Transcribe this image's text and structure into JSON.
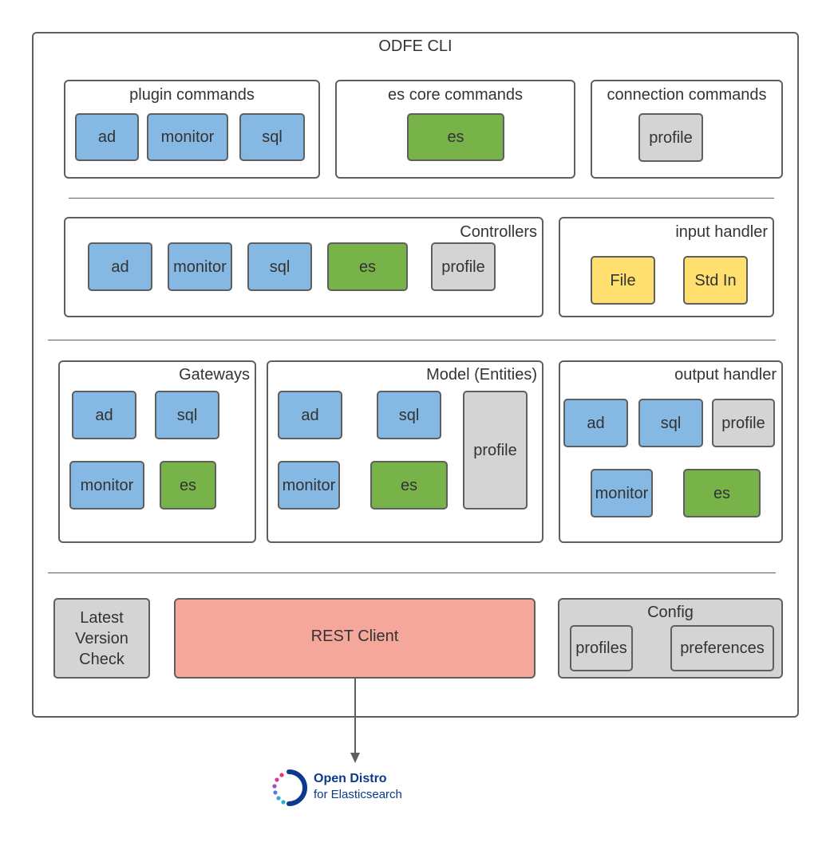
{
  "diagram": {
    "title": "ODFE CLI",
    "commands": {
      "plugin": {
        "title": "plugin commands",
        "items": [
          "ad",
          "monitor",
          "sql"
        ]
      },
      "core": {
        "title": "es core commands",
        "items": [
          "es"
        ]
      },
      "connection": {
        "title": "connection commands",
        "items": [
          "profile"
        ]
      }
    },
    "controllers": {
      "title": "Controllers",
      "items": [
        "ad",
        "monitor",
        "sql",
        "es",
        "profile"
      ]
    },
    "input_handler": {
      "title": "input handler",
      "items": [
        "File",
        "Std In"
      ]
    },
    "gateways": {
      "title": "Gateways",
      "items": [
        "ad",
        "sql",
        "monitor",
        "es"
      ]
    },
    "model": {
      "title": "Model (Entities)",
      "items": [
        "ad",
        "sql",
        "monitor",
        "es",
        "profile"
      ]
    },
    "output_handler": {
      "title": "output handler",
      "items": [
        "ad",
        "sql",
        "profile",
        "monitor",
        "es"
      ]
    },
    "latest_version_check": "Latest Version Check",
    "rest_client": "REST Client",
    "config": {
      "title": "Config",
      "items": [
        "profiles",
        "preferences"
      ]
    },
    "logo": {
      "line1": "Open Distro",
      "line2": "for Elasticsearch"
    },
    "colors": {
      "plugin": "#85b8e3",
      "core": "#77b348",
      "connection": "#d4d4d4",
      "input": "#ffdf6e",
      "rest": "#f6a79b",
      "border": "#5f5f5f"
    }
  }
}
